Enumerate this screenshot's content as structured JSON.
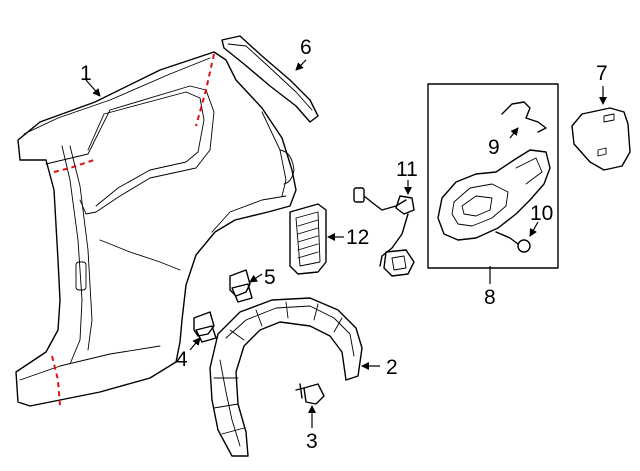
{
  "diagram": {
    "callouts": [
      {
        "id": "1",
        "label": "1"
      },
      {
        "id": "2",
        "label": "2"
      },
      {
        "id": "3",
        "label": "3"
      },
      {
        "id": "4",
        "label": "4"
      },
      {
        "id": "5",
        "label": "5"
      },
      {
        "id": "6",
        "label": "6"
      },
      {
        "id": "7",
        "label": "7"
      },
      {
        "id": "8",
        "label": "8"
      },
      {
        "id": "9",
        "label": "9"
      },
      {
        "id": "10",
        "label": "10"
      },
      {
        "id": "11",
        "label": "11"
      },
      {
        "id": "12",
        "label": "12"
      }
    ],
    "colors": {
      "line": "#000000",
      "cut_line": "#e01010",
      "background": "#ffffff"
    }
  }
}
